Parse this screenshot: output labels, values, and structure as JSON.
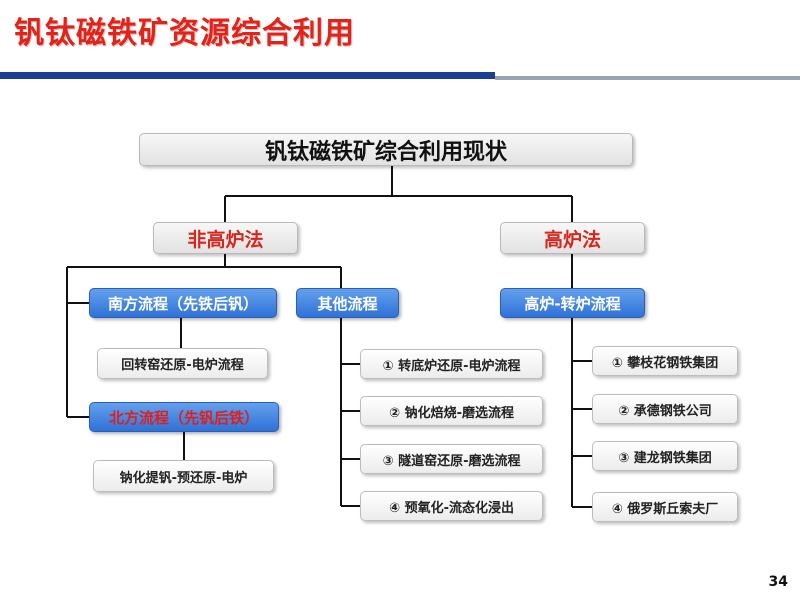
{
  "slide_title": "钒钛磁铁矿资源综合利用",
  "root": "钒钛磁铁矿综合利用现状",
  "branches": {
    "non_blast": "非高炉法",
    "blast": "高炉法"
  },
  "non_blast": {
    "south": "南方流程（先铁后钒）",
    "other": "其他流程",
    "north": "北方流程（先钒后铁）",
    "south_child": "回转窑还原-电炉流程",
    "north_child": "钠化提钒-预还原-电炉",
    "other_children": [
      "① 转底炉还原-电炉流程",
      "② 钠化焙烧-磨选流程",
      "③ 隧道窑还原-磨选流程",
      "④ 预氧化-流态化浸出"
    ]
  },
  "blast": {
    "process": "高炉-转炉流程",
    "children": [
      "① 攀枝花钢铁集团",
      "② 承德钢铁公司",
      "③ 建龙钢铁集团",
      "④ 俄罗斯丘索夫厂"
    ]
  },
  "page_number": "34",
  "colors": {
    "title_red": "#e0241b",
    "header_bar_blue": "#1b3f93",
    "process_box_blue": "#3a7ede",
    "branch_text_red": "#d7261c"
  }
}
